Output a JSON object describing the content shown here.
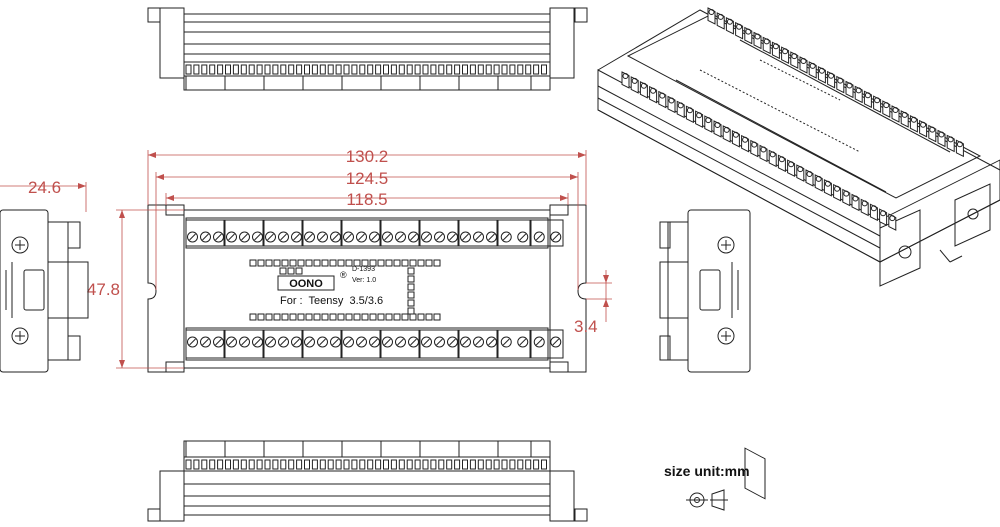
{
  "dimensions": {
    "overall_length": "130.2",
    "mount_hole_pitch": "124.5",
    "body_length": "118.5",
    "height": "47.8",
    "side_width": "24.6",
    "slot_width": "3.4"
  },
  "pcb": {
    "brand": "OONO",
    "registered_mark": "®",
    "part_number": "D-1393",
    "version": "Ver: 1.0",
    "for_label": "For :  Teensy  3.5/3.6"
  },
  "units": {
    "label": "size unit:mm"
  },
  "colors": {
    "dimension": "#c0504d",
    "line": "#222222"
  }
}
